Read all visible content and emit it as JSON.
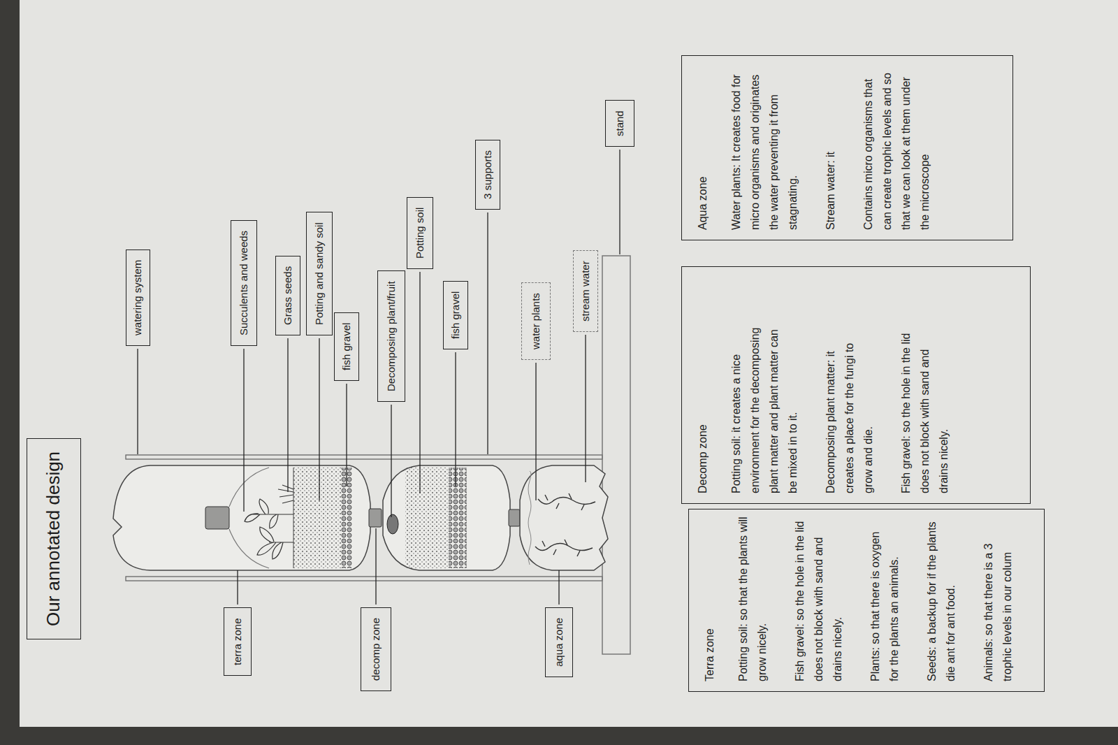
{
  "diagram": {
    "title": "Our annotated design",
    "nodes": [
      {
        "text": [
          "watering system"
        ]
      },
      {
        "text": [
          "terra zone"
        ]
      },
      {
        "text": [
          "Succulents and weeds"
        ]
      },
      {
        "text": [
          "Grass seeds"
        ]
      },
      {
        "text": [
          "Potting and sandy soil"
        ]
      },
      {
        "text": [
          "fish gravel"
        ]
      },
      {
        "text": [
          "decomp zone"
        ]
      },
      {
        "text": [
          "Decomposing plant/fruit"
        ]
      },
      {
        "text": [
          "Potting soil"
        ]
      },
      {
        "text": [
          "fish gravel"
        ]
      },
      {
        "text": [
          "3 supports"
        ]
      },
      {
        "text": [
          "water plants"
        ]
      },
      {
        "text": [
          "aqua zone"
        ]
      },
      {
        "text": [
          "stream water"
        ]
      },
      {
        "text": [
          "stand"
        ]
      },
      {
        "text": [
          "Terra zone",
          "Potting soil: so that the plants will grow nicely.",
          "Fish gravel: so the hole in the lid does not block with sand and drains nicely.",
          "Plants: so that there is oxygen for the plants an animals.",
          "Seeds: a backup for if the plants die ant for ant food.",
          "Animals: so that there is a 3 trophic levels in our colum"
        ]
      },
      {
        "text": [
          "Decomp zone",
          "Potting soil: it creates a nice environment for the decomposing plant matter and plant matter can be mixed in to it.",
          "Decomposing plant matter: it creates a place for the fungi to grow and die.",
          "Fish gravel: so the hole in the lid does not block with sand and drains nicely."
        ]
      },
      {
        "text": [
          "Aqua zone",
          "Water plants: It creates food for micro organisms and originates the water preventing it from stagnating.",
          "Stream water: it",
          "Contains micro organisms that can create trophic levels and so that we can look at them under the microscope"
        ]
      }
    ]
  }
}
